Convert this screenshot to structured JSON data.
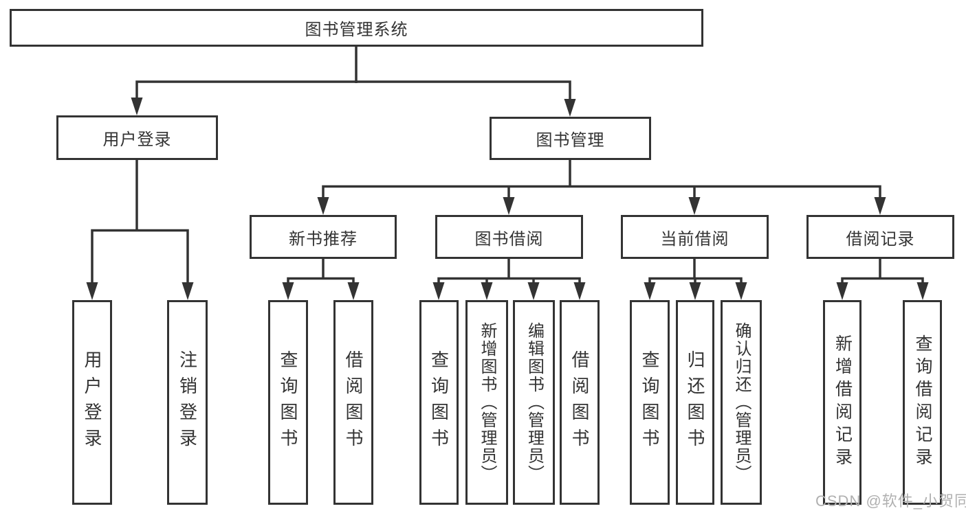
{
  "diagram": {
    "root": {
      "label": "图书管理系统"
    },
    "level2": [
      {
        "label": "用户登录"
      },
      {
        "label": "图书管理"
      }
    ],
    "level3": [
      {
        "label": "新书推荐"
      },
      {
        "label": "图书借阅"
      },
      {
        "label": "当前借阅"
      },
      {
        "label": "借阅记录"
      }
    ],
    "leaves": [
      {
        "label": "用户登录"
      },
      {
        "label": "注销登录"
      },
      {
        "label": "查询图书"
      },
      {
        "label": "借阅图书"
      },
      {
        "label": "查询图书"
      },
      {
        "label": "新增图书（管理员）"
      },
      {
        "label": "编辑图书（管理员）"
      },
      {
        "label": "借阅图书"
      },
      {
        "label": "查询图书"
      },
      {
        "label": "归还图书"
      },
      {
        "label": "确认归还（管理员）"
      },
      {
        "label": "新增借阅记录"
      },
      {
        "label": "查询借阅记录"
      }
    ],
    "watermark": "CSDN @软件_小贺同学",
    "colors": {
      "line": "#333333",
      "text": "#333333",
      "watermark": "#b0b0b0",
      "background": "#ffffff"
    }
  }
}
